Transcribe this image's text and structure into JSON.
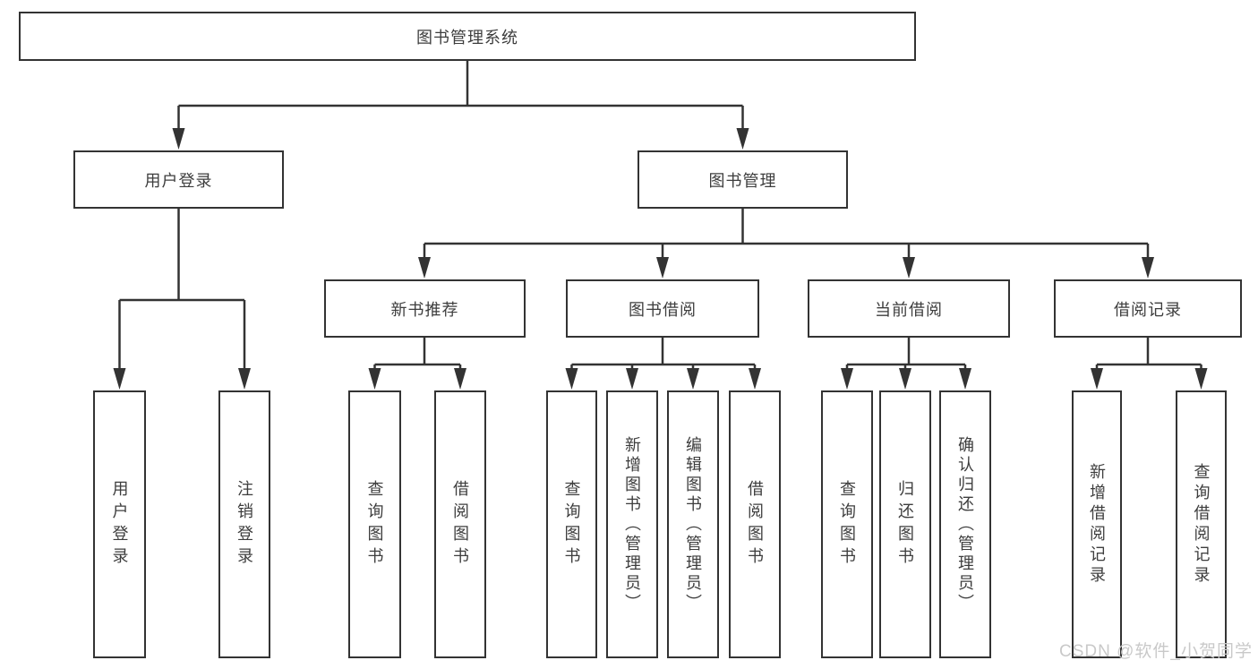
{
  "diagram": {
    "nodes": {
      "root": "图书管理系统",
      "user_login": "用户登录",
      "book_management": "图书管理",
      "new_book_recommend": "新书推荐",
      "book_borrow": "图书借阅",
      "current_borrow": "当前借阅",
      "borrow_record": "借阅记录",
      "leaf_user_login": "用户登录",
      "leaf_logout": "注销登录",
      "leaf_query_book_recommend": "查询图书",
      "leaf_borrow_book_recommend": "借阅图书",
      "leaf_query_book_borrow": "查询图书",
      "leaf_add_book_admin": "新增图书（管理员）",
      "leaf_edit_book_admin": "编辑图书（管理员）",
      "leaf_borrow_book_borrow": "借阅图书",
      "leaf_query_book_current": "查询图书",
      "leaf_return_book": "归还图书",
      "leaf_confirm_return_admin": "确认归还（管理员）",
      "leaf_add_borrow_record": "新增借阅记录",
      "leaf_query_borrow_record": "查询借阅记录"
    },
    "watermark": "CSDN @软件_小贺同学",
    "colors": {
      "line": "#333333",
      "text": "#3d3d3d",
      "watermark": "#c9c9c9",
      "background": "#ffffff"
    }
  }
}
